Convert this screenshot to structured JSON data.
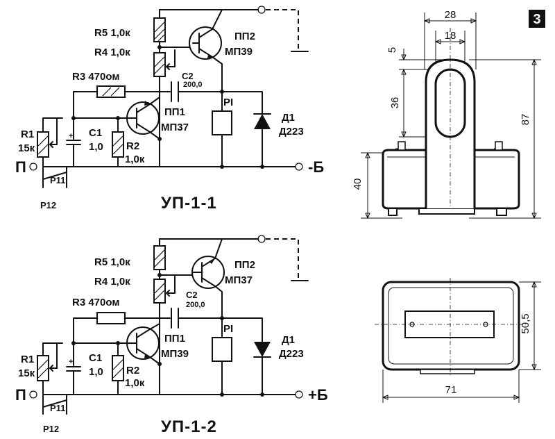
{
  "figure_number": "3",
  "circuits": [
    {
      "title": "УП-1-1",
      "supply_label": "-Б",
      "r5": "R5 1,0к",
      "r4": "R4 1,0к",
      "r3": "R3 470ом",
      "c2": "C2",
      "c2_value": "200,0",
      "t2_name": "ПП2",
      "t2_type": "МП39",
      "t1_name": "ПП1",
      "t1_type": "МП37",
      "relay": "PI",
      "diode_name": "Д1",
      "diode_type": "Д223",
      "r1_name": "R1",
      "r1_value": "15к",
      "c1_name": "C1",
      "c1_value": "1,0",
      "r2_name": "R2",
      "r2_value": "1,0к",
      "input": "П",
      "contact1": "P11",
      "contact2": "P12"
    },
    {
      "title": "УП-1-2",
      "supply_label": "+Б",
      "r5": "R5 1,0к",
      "r4": "R4 1,0к",
      "r3": "R3 470ом",
      "c2": "C2",
      "c2_value": "200,0",
      "t2_name": "ПП2",
      "t2_type": "МП37",
      "t1_name": "ПП1",
      "t1_type": "МП39",
      "relay": "PI",
      "diode_name": "Д1",
      "diode_type": "Д223",
      "r1_name": "R1",
      "r1_value": "15к",
      "c1_name": "C1",
      "c1_value": "1,0",
      "r2_name": "R2",
      "r2_value": "1,0к",
      "input": "П",
      "contact1": "P11",
      "contact2": "P12"
    }
  ],
  "dimensions": {
    "width_outer": "28",
    "width_inner": "18",
    "gap_top": "5",
    "slot_height": "36",
    "total_height": "87",
    "body_height": "40",
    "base_depth": "50,5",
    "base_width": "71"
  }
}
